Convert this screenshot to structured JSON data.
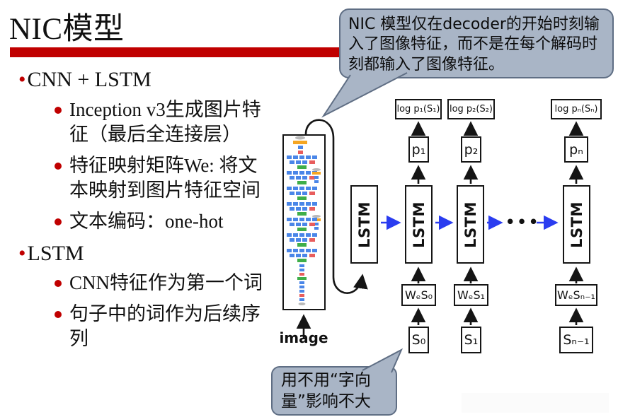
{
  "slide": {
    "title": "NIC模型",
    "bullets": [
      {
        "label": "CNN + LSTM",
        "children": [
          "Inception v3生成图片特征（最后全连接层）",
          "特征映射矩阵We: 将文本映射到图片特征空间",
          "文本编码：one-hot"
        ]
      },
      {
        "label": "LSTM",
        "children": [
          "CNN特征作为第一个词",
          "句子中的词作为后续序列"
        ]
      }
    ]
  },
  "callouts": {
    "top_note": "NIC 模型仅在decoder的开始时刻输入了图像特征，而不是在每个解码时刻都输入了图像特征。",
    "bottom_note": "用不用“字向量”影响不大"
  },
  "diagram": {
    "image_label": "image",
    "lstm_label": "LSTM",
    "ellipsis": "•••",
    "columns": [
      {
        "log_label": "log p₁(S₁)",
        "p_label": "p₁",
        "we_label": "WₑS₀",
        "s_label": "S₀"
      },
      {
        "log_label": "log p₂(S₂)",
        "p_label": "p₂",
        "we_label": "WₑS₁",
        "s_label": "S₁"
      },
      {
        "log_label": "log pₙ(Sₙ)",
        "p_label": "pₙ",
        "we_label": "WₑSₙ₋₁",
        "s_label": "Sₙ₋₁"
      }
    ]
  },
  "colors": {
    "accent_bar": "#c00000",
    "bullet_dot": "#c00000",
    "callout_fill": "#a9b5c6",
    "callout_border": "#5f6e84",
    "recurrent_arrow": "#2a3cf0",
    "diagram_stroke": "#151515"
  }
}
